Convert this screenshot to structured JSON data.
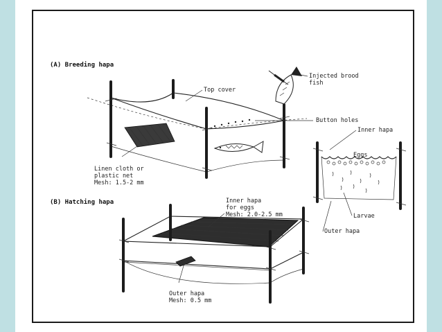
{
  "section_a": {
    "title": "(A) Breeding hapa",
    "top_cover": "Top cover",
    "injected_brood_line1": "Injected brood",
    "injected_brood_line2": "fish",
    "button_holes": "Button holes",
    "linen_line1": "Linen cloth or",
    "linen_line2": "plastic net",
    "linen_line3": "Mesh: 1.5-2 mm"
  },
  "detail": {
    "inner_hapa": "Inner hapa",
    "eggs": "Eggs",
    "larvae": "Larvae",
    "outer_hapa": "Outer hapa"
  },
  "section_b": {
    "title": "(B) Hatching hapa",
    "inner_line1": "Inner hapa",
    "inner_line2": "for eggs",
    "inner_line3": "Mesh: 2.0-2.5 mm",
    "outer_line1": "Outer hapa",
    "outer_line2": "Mesh: 0.5 mm"
  }
}
